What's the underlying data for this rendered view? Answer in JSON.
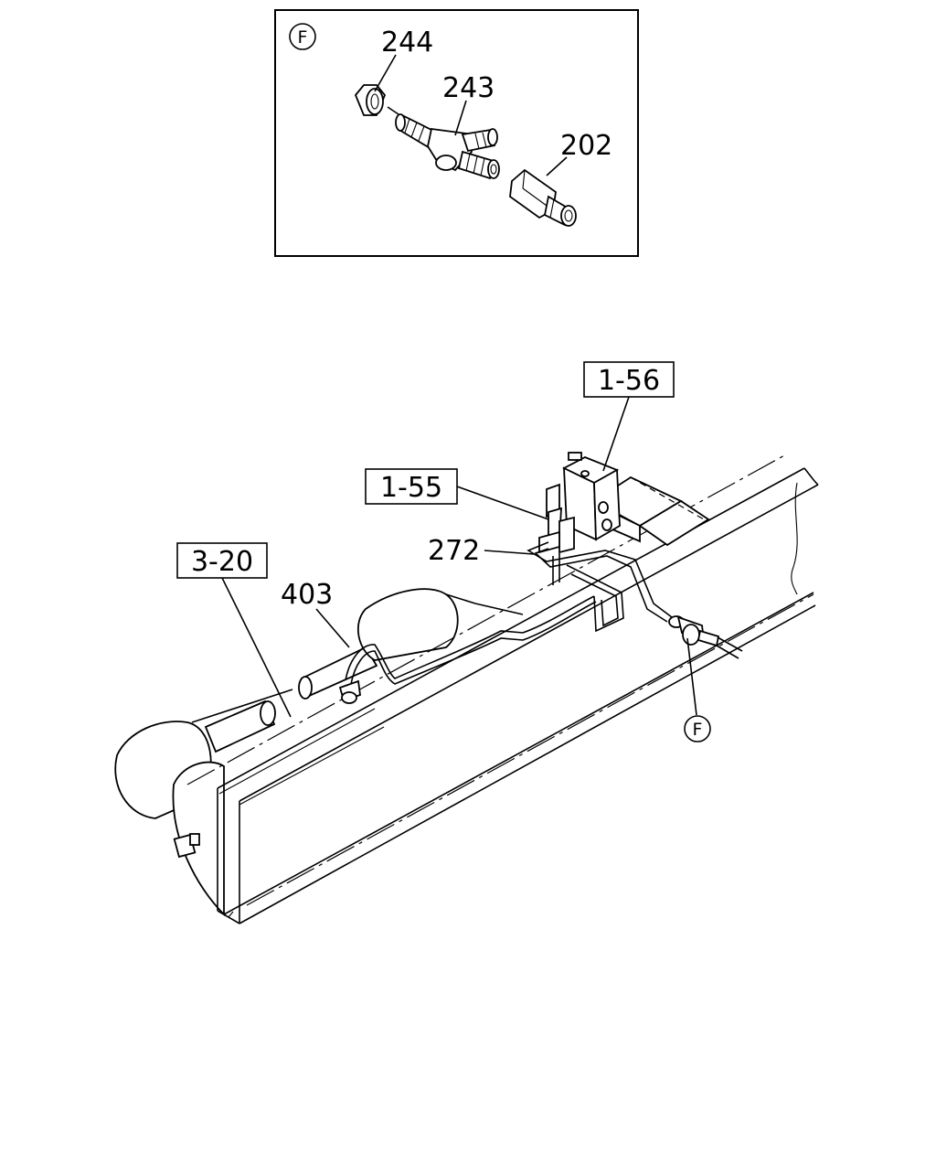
{
  "inset": {
    "view_marker": "F",
    "callouts": [
      "244",
      "243",
      "202"
    ]
  },
  "main": {
    "boxed_refs": [
      "1-56",
      "1-55",
      "3-20"
    ],
    "callouts": [
      "272",
      "403"
    ],
    "detail_marker": "F"
  }
}
